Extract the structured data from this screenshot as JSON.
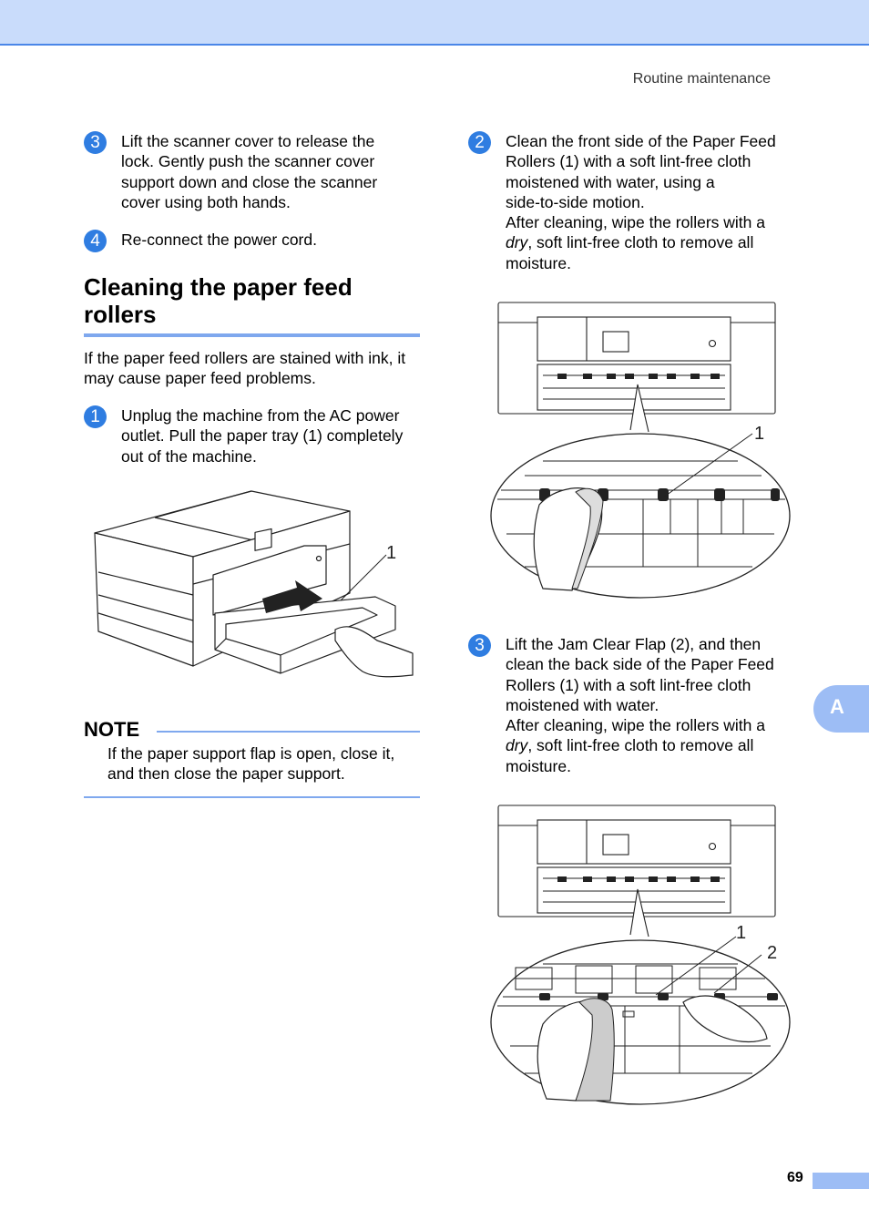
{
  "header": {
    "running_title": "Routine maintenance"
  },
  "left_steps": [
    {
      "number": "3",
      "lines": [
        "Lift the scanner cover to release the",
        "lock. Gently push the scanner cover",
        "support down and close the scanner",
        "cover using both hands."
      ]
    },
    {
      "number": "4",
      "lines": [
        "Re-connect the power cord."
      ]
    }
  ],
  "section": {
    "title_line1": "Cleaning the paper feed",
    "title_line2": "rollers",
    "intro_line1": "If the paper feed rollers are stained with ink, it",
    "intro_line2": "may cause paper feed problems.",
    "steps": [
      {
        "number": "1",
        "lines": [
          "Unplug the machine from the AC power",
          "outlet. Pull the paper tray (1) completely",
          "out of the machine."
        ]
      }
    ]
  },
  "figure1": {
    "callout": "1"
  },
  "note": {
    "title": "NOTE",
    "line1": "If the paper support flap is open, close it,",
    "line2": "and then close the paper support."
  },
  "right_steps": [
    {
      "number": "2",
      "line1": "Clean the front side of the Paper Feed",
      "line2": "Rollers (1) with a soft lint-free cloth",
      "line3": "moistened with water, using a",
      "line4": "side-to-side motion.",
      "line5": "After cleaning, wipe the rollers with a",
      "italic_word": "dry",
      "line6_rest": ", soft lint-free cloth to remove all",
      "line7": "moisture."
    },
    {
      "number": "3",
      "line1": "Lift the Jam Clear Flap (2), and then",
      "line2": "clean the back side of the Paper Feed",
      "line3": "Rollers (1) with a soft lint-free cloth",
      "line4": "moistened with water.",
      "line5": "After cleaning, wipe the rollers with a",
      "italic_word": "dry",
      "line6_rest": ", soft lint-free cloth to remove all",
      "line7": "moisture."
    }
  ],
  "figure2": {
    "callout": "1"
  },
  "figure3": {
    "callout1": "1",
    "callout2": "2"
  },
  "side_tab": {
    "label": "A"
  },
  "footer": {
    "page_number": "69"
  },
  "colors": {
    "accent_blue": "#2f7de1",
    "band_blue": "#c9dcfb",
    "rule_blue": "#7fa8ee",
    "tab_blue": "#9dbdf5"
  }
}
